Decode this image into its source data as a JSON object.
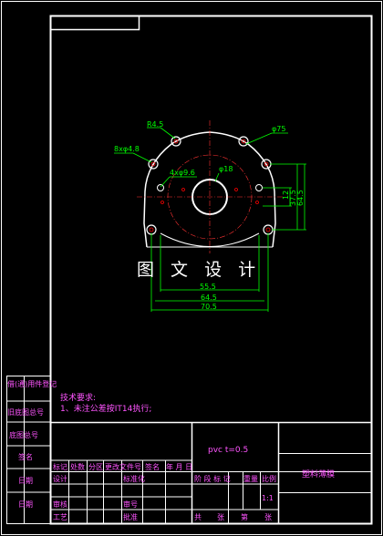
{
  "dimensions": {
    "r45": "R4.5",
    "phi75": "φ75",
    "holes8": "8xφ4.8",
    "holes4": "4xφ9.6",
    "phi18": "φ18",
    "v12": "12",
    "v375": "37.5",
    "v645": "64.5",
    "h555": "55.5",
    "h645": "64.5",
    "h705": "70.5"
  },
  "watermark": "图 文 设 计",
  "notes": {
    "title": "技术要求:",
    "line1": "1、未注公差按IT14执行;"
  },
  "left_strip": [
    "借(通)用件登记",
    "旧底图总号",
    "底图总号",
    "签名",
    "日期",
    "日期"
  ],
  "title_block": {
    "material": "pvc   t=0.5",
    "part_name": "塑料薄膜",
    "revision_headers": [
      "标记",
      "处数",
      "分区",
      "更改文件号",
      "签名",
      "年 月 日"
    ],
    "left_rows": [
      "设计",
      "审核",
      "工艺"
    ],
    "mid_rows": [
      "标准化",
      "",
      "审号",
      "批准"
    ],
    "stage_headers": [
      "阶 段 标 记",
      "重量",
      "比例"
    ],
    "scale": "1:1",
    "sheet_row": [
      "共",
      "张",
      "第",
      "张"
    ]
  },
  "colors": {
    "border": "#ffffff",
    "dimension": "#00ff00",
    "centerline": "#ff0000",
    "annotation": "#ff55ff"
  }
}
